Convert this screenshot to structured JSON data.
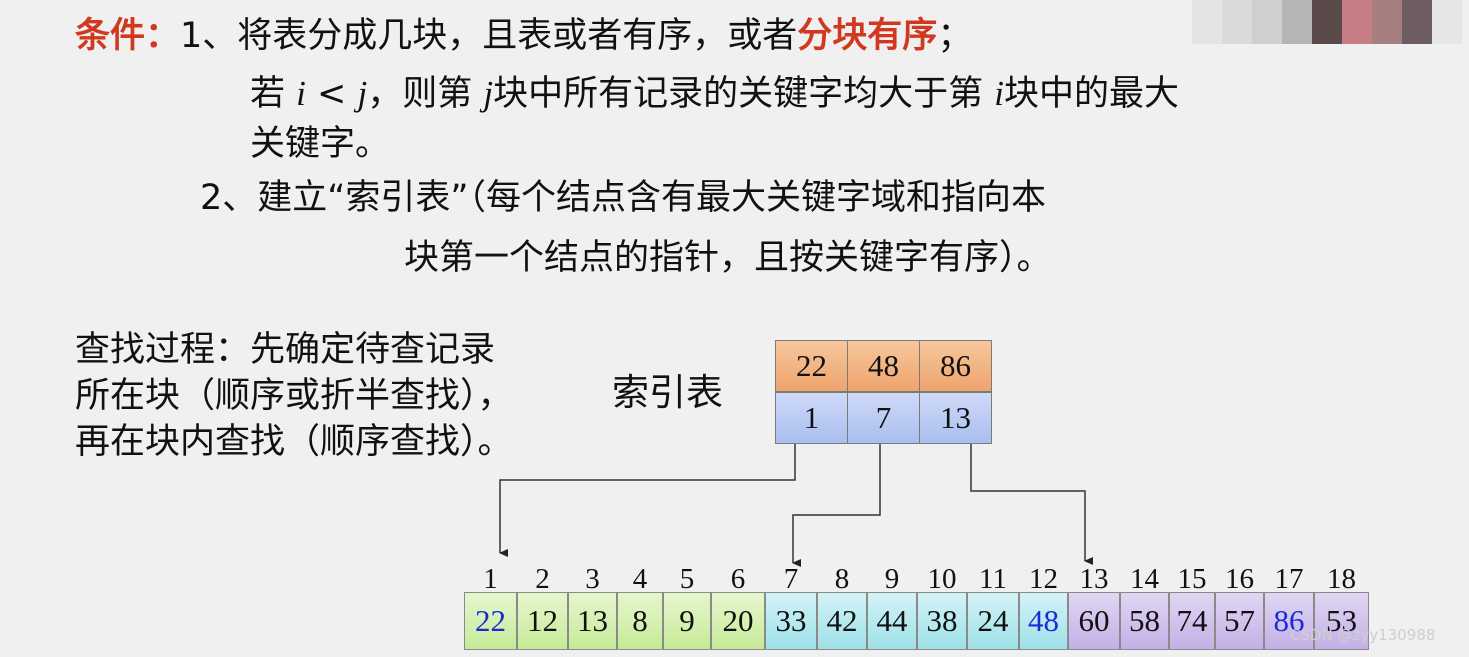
{
  "condition": {
    "label": "条件：",
    "line1_text": "1、将表分成几块，且表或者有序，或者",
    "line1_highlight": "分块有序",
    "line1_end": "；",
    "line2": {
      "t1": "若 ",
      "i1": "i",
      "t2": " < ",
      "j1": "j",
      "t3": "，则第 ",
      "j2": "j",
      "t4": "块中所有记录的关键字均大于第 ",
      "i2": "i",
      "t5": "块中的最大"
    },
    "line3": "关键字。",
    "line4": "2、建立“索引表”（每个结点含有最大关键字域和指向本",
    "line5": "块第一个结点的指针，且按关键字有序）。"
  },
  "process": {
    "lines": [
      "查找过程：先确定待查记录",
      "所在块（顺序或折半查找），",
      "再在块内查找（顺序查找）。"
    ]
  },
  "index_table": {
    "label": "索引表",
    "max_keys": [
      "22",
      "48",
      "86"
    ],
    "start_positions": [
      "1",
      "7",
      "13"
    ]
  },
  "records": {
    "positions": [
      "1",
      "2",
      "3",
      "4",
      "5",
      "6",
      "7",
      "8",
      "9",
      "10",
      "11",
      "12",
      "13",
      "14",
      "15",
      "16",
      "17",
      "18"
    ],
    "keys": [
      "22",
      "12",
      "13",
      "8",
      "9",
      "20",
      "33",
      "42",
      "44",
      "38",
      "24",
      "48",
      "60",
      "58",
      "74",
      "57",
      "86",
      "53"
    ],
    "highlight_color": "#1a2bd6",
    "block_colors": [
      "#c6ea97",
      "#9fe1ea",
      "#c3b0e6"
    ]
  },
  "watermark": "CSDN @zyy130988"
}
